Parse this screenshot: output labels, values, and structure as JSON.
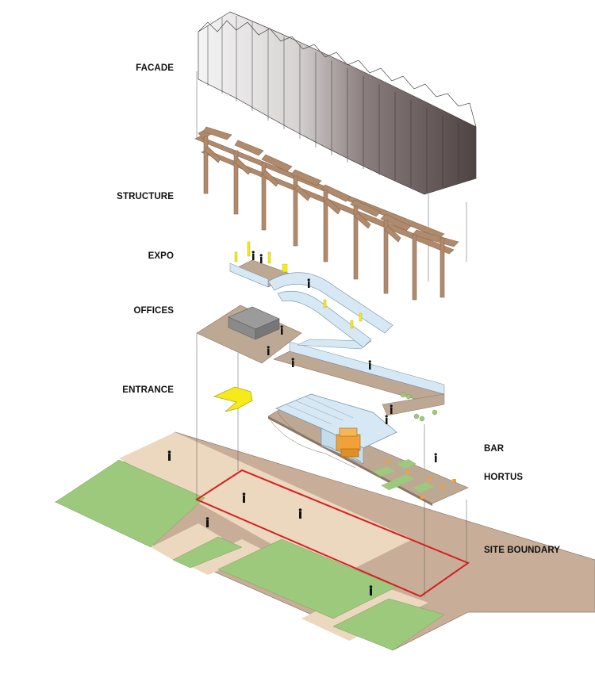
{
  "diagram": {
    "labels": {
      "facade": "FACADE",
      "structure": "STRUCTURE",
      "expo": "EXPO",
      "offices": "OFFICES",
      "entrance": "ENTRANCE",
      "bar": "BAR",
      "hortus": "HORTUS",
      "site_boundary": "SITE BOUNDARY"
    },
    "colors": {
      "grass": "#9dc97c",
      "paving": "#ecd7bf",
      "ground": "#c8ae98",
      "boundary": "#d42020",
      "timber": "#b08a6c",
      "floor": "#bda894",
      "glass": "#d6e8f3",
      "highlight": "#f5ea1a",
      "facade_dark": "#5b4d4d",
      "facade_light": "#f2f2f2"
    }
  }
}
